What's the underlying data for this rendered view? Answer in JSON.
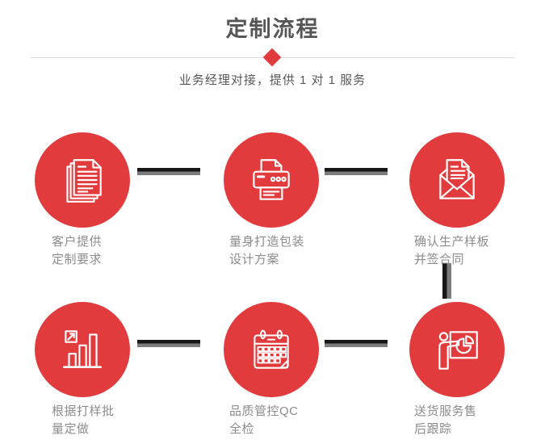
{
  "header": {
    "title": "定制流程",
    "subtitle": "业务经理对接，提供 1 对 1 服务"
  },
  "steps": [
    {
      "icon": "documents-icon",
      "line1": "客户提供",
      "line2": "定制要求"
    },
    {
      "icon": "printer-icon",
      "line1": "量身打造包装",
      "line2": "设计方案"
    },
    {
      "icon": "mail-icon",
      "line1": "确认生产样板",
      "line2": "并签合同"
    },
    {
      "icon": "bar-chart-icon",
      "line1": "根据打样批",
      "line2": "量定做"
    },
    {
      "icon": "calendar-icon",
      "line1": "品质管控QC",
      "line2": "全检"
    },
    {
      "icon": "presentation-icon",
      "line1": "送货服务售",
      "line2": "后跟踪"
    }
  ],
  "colors": {
    "accent_red": "#e23b3d",
    "title_gray": "#565656",
    "subtitle_gray": "#585858",
    "label_gray": "#8c8c8c",
    "connector_dark": "#171717",
    "connector_light": "#7c7c7c",
    "divider_gray": "#d9d9d9",
    "icon_stroke": "#ffffff"
  }
}
